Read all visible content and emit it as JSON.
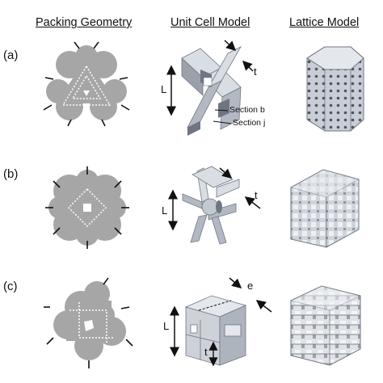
{
  "headers": {
    "packing": "Packing Geometry",
    "unit_cell": "Unit Cell Model",
    "lattice": "Lattice Model"
  },
  "rows": [
    {
      "label": "(a)",
      "dims": {
        "L": "L",
        "t": "t"
      },
      "sections": {
        "b": "Section b",
        "j": "Section j"
      }
    },
    {
      "label": "(b)",
      "dims": {
        "L": "L",
        "t": "t"
      }
    },
    {
      "label": "(c)",
      "dims": {
        "L": "L",
        "e": "e",
        "t": "t"
      }
    }
  ],
  "colors": {
    "packing_fill": "#a6a6a6",
    "cell_light": "#d9dde4",
    "cell_mid": "#b3b9c3",
    "cell_dark": "#6f7682",
    "line": "#111111",
    "dotted": "#ffffff"
  }
}
